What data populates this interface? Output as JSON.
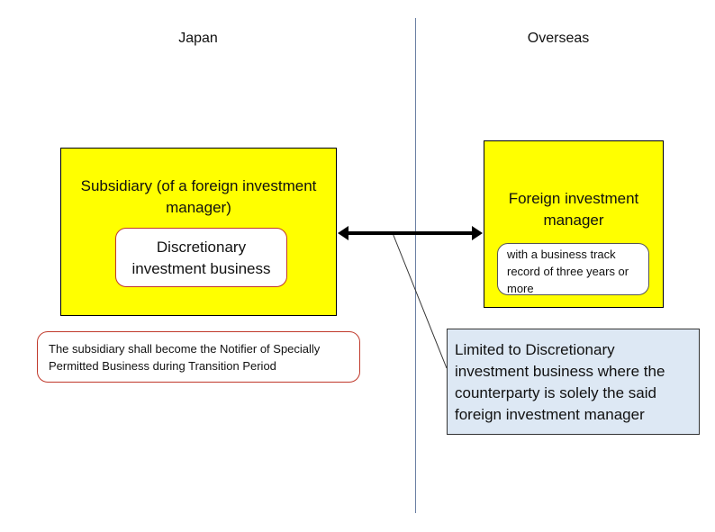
{
  "headers": {
    "left": "Japan",
    "right": "Overseas"
  },
  "subsidiary": {
    "title": "Subsidiary (of a foreign investment manager)",
    "inner": "Discretionary investment business"
  },
  "foreign": {
    "title": "Foreign investment manager",
    "inner": "with a business track record of three years or more"
  },
  "note_left": "The subsidiary shall become the Notifier of Specially Permitted Business during Transition Period",
  "note_right": "Limited to Discretionary investment business where the counterparty is solely the said foreign investment manager",
  "colors": {
    "yellow": "#ffff00",
    "callout": "#dde8f4",
    "red_border": "#c0392b",
    "divider": "#4a6fa5"
  }
}
